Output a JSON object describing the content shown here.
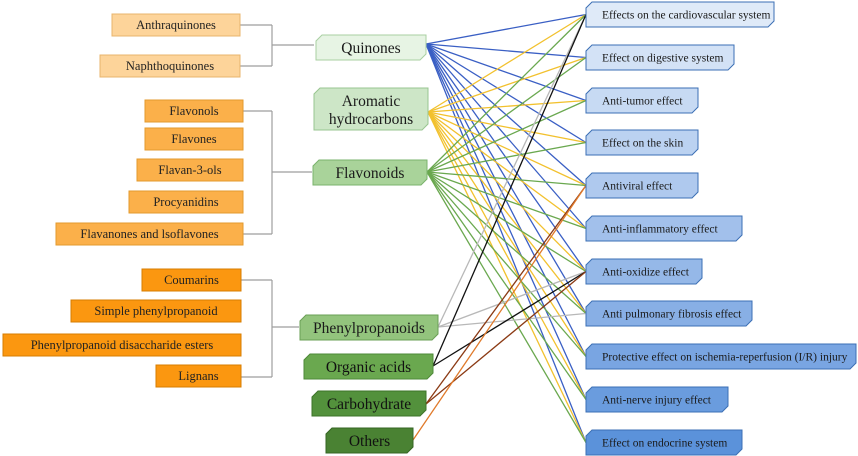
{
  "subclasses": [
    {
      "label": "Anthraquinones",
      "group": "quinones"
    },
    {
      "label": "Naphthoquinones",
      "group": "quinones"
    },
    {
      "label": "Flavonols",
      "group": "flavonoids"
    },
    {
      "label": "Flavones",
      "group": "flavonoids"
    },
    {
      "label": "Flavan-3-ols",
      "group": "flavonoids"
    },
    {
      "label": "Procyanidins",
      "group": "flavonoids"
    },
    {
      "label": "Flavanones and lsoflavones",
      "group": "flavonoids"
    },
    {
      "label": "Coumarins",
      "group": "phenylpropanoids"
    },
    {
      "label": "Simple phenylpropanoid",
      "group": "phenylpropanoids"
    },
    {
      "label": "Phenylpropanoid disaccharide esters",
      "group": "phenylpropanoids"
    },
    {
      "label": "Lignans",
      "group": "phenylpropanoids"
    }
  ],
  "categories": [
    {
      "id": "quinones",
      "label": "Quinones"
    },
    {
      "id": "aromatic",
      "label": "Aromatic hydrocarbons",
      "lines": [
        "Aromatic",
        "hydrocarbons"
      ]
    },
    {
      "id": "flavonoids",
      "label": "Flavonoids"
    },
    {
      "id": "phenylpropanoids",
      "label": "Phenylpropanoids"
    },
    {
      "id": "organic-acids",
      "label": "Organic acids"
    },
    {
      "id": "carbohydrate",
      "label": "Carbohydrate"
    },
    {
      "id": "others",
      "label": "Others"
    }
  ],
  "effects": [
    "Effects on the cardiovascular system",
    "Effect on digestive system",
    "Anti-tumor effect",
    "Effect on the skin",
    "Antiviral effect",
    "Anti-inflammatory effect",
    "Anti-oxidize effect",
    "Anti pulmonary fibrosis effect",
    "Protective effect on ischemia-reperfusion (I/R) injury",
    "Anti-nerve injury effect",
    "Effect on endocrine system"
  ],
  "connections": [
    {
      "from": 0,
      "to": [
        0,
        1,
        2,
        3,
        4,
        5,
        6,
        7,
        8,
        9,
        10
      ]
    },
    {
      "from": 1,
      "to": [
        0,
        1,
        2,
        3,
        4,
        5,
        6,
        7,
        8,
        9,
        10
      ]
    },
    {
      "from": 2,
      "to": [
        0,
        1,
        2,
        3,
        4,
        5,
        6,
        7,
        8,
        9,
        10
      ]
    },
    {
      "from": 3,
      "to": [
        0,
        6,
        7
      ]
    },
    {
      "from": 4,
      "to": [
        0,
        6
      ]
    },
    {
      "from": 5,
      "to": [
        4,
        6
      ]
    },
    {
      "from": 6,
      "to": [
        4
      ]
    }
  ],
  "colors": {
    "line_quinones": "#3a5fc4",
    "line_aromatic": "#f2c12e",
    "line_flavonoids": "#6aa84f",
    "line_phenylpropanoids": "#b8b8b8",
    "line_organic_acids": "#111111",
    "line_carbohydrate": "#8b3a14",
    "line_others": "#e07a2b",
    "bracket": "#9e9e9e"
  }
}
